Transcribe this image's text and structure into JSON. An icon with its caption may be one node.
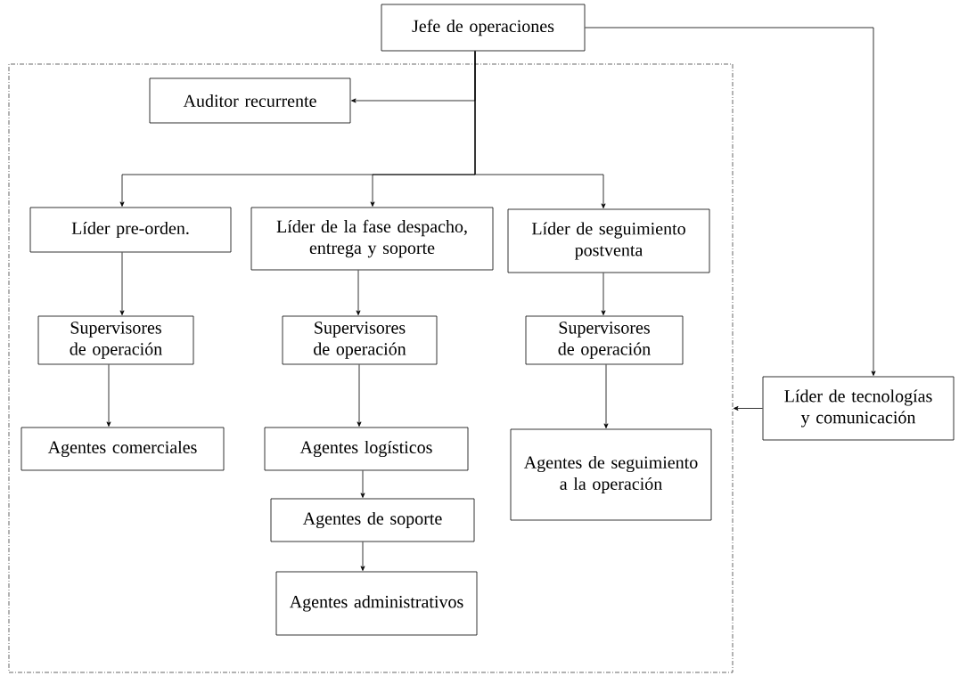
{
  "diagram": {
    "nodes": [
      {
        "text": [
          "Jefe de operaciones"
        ]
      },
      {
        "text": [],
        "shape": "box"
      },
      {
        "text": [
          "Auditor recurrente"
        ],
        "in": 1
      },
      {
        "text": [
          "Líder pre-orden."
        ],
        "in": 1
      },
      {
        "text": [
          "Líder de la fase despacho, entrega y soporte"
        ],
        "in": 1
      },
      {
        "text": [
          "Líder de seguimiento postventa"
        ],
        "in": 1
      },
      {
        "text": [
          "Supervisores de operación"
        ],
        "in": 1
      },
      {
        "text": [
          "Supervisores de operación"
        ],
        "in": 1
      },
      {
        "text": [
          "Supervisores de operación"
        ],
        "in": 1
      },
      {
        "text": [
          "Líder de tecnologías y comunicación"
        ]
      },
      {
        "text": [
          "Agentes comerciales"
        ],
        "in": 1
      },
      {
        "text": [
          "Agentes logísticos"
        ],
        "in": 1
      },
      {
        "text": [
          "Agentes de seguimiento a la operación"
        ],
        "in": 1
      },
      {
        "text": [
          "Agentes de soporte"
        ],
        "in": 1
      },
      {
        "text": [
          "Agentes administrativos"
        ],
        "in": 1
      }
    ],
    "edges": [
      {
        "from": 0,
        "to": 2,
        "arrow": "to"
      },
      {
        "from": 0,
        "to": 3,
        "arrow": "to"
      },
      {
        "from": 0,
        "to": 4,
        "arrow": "to"
      },
      {
        "from": 0,
        "to": 5,
        "arrow": "to"
      },
      {
        "from": 0,
        "to": 9,
        "arrow": "to"
      },
      {
        "from": 9,
        "to": 1,
        "arrow": "to"
      },
      {
        "from": 3,
        "to": 6,
        "arrow": "to"
      },
      {
        "from": 6,
        "to": 10,
        "arrow": "to"
      },
      {
        "from": 4,
        "to": 7,
        "arrow": "to"
      },
      {
        "from": 7,
        "to": 11,
        "arrow": "to"
      },
      {
        "from": 11,
        "to": 13,
        "arrow": "to"
      },
      {
        "from": 13,
        "to": 14,
        "arrow": "to"
      },
      {
        "from": 5,
        "to": 8,
        "arrow": "to"
      },
      {
        "from": 8,
        "to": 12,
        "arrow": "to"
      }
    ]
  }
}
